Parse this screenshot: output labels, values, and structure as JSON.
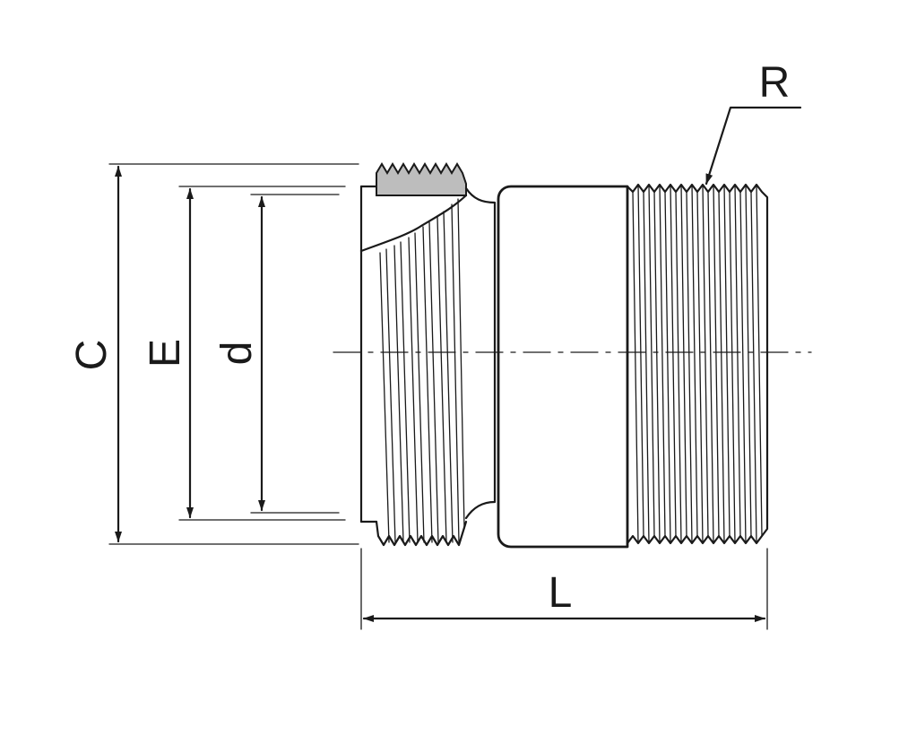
{
  "dimensions": {
    "C": "C",
    "E": "E",
    "d": "d",
    "L": "L",
    "R": "R"
  },
  "colors": {
    "line": "#1a1a1a",
    "section_fill": "#bdbdbd",
    "background": "#ffffff"
  }
}
